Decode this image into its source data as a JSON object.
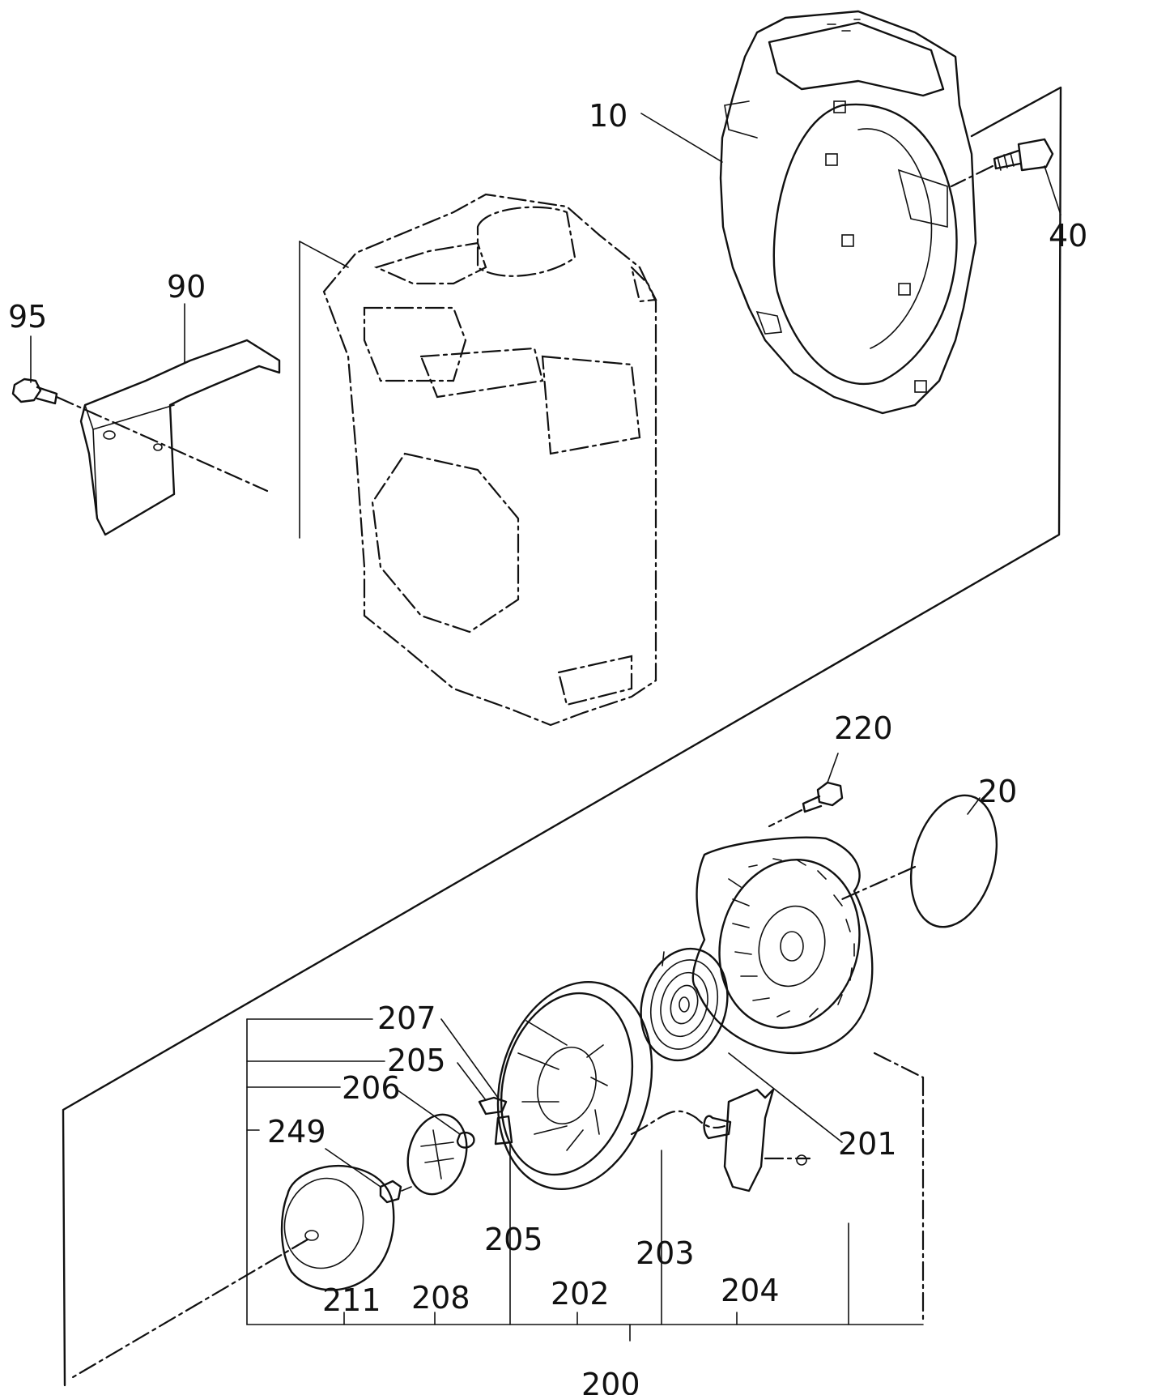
{
  "labels": {
    "p10": "10",
    "p40": "40",
    "p90": "90",
    "p95": "95",
    "p220": "220",
    "p20": "20",
    "p207": "207",
    "p205a": "205",
    "p206": "206",
    "p249": "249",
    "p201": "201",
    "p205b": "205",
    "p203": "203",
    "p211": "211",
    "p208": "208",
    "p202": "202",
    "p204": "204",
    "p200": "200"
  }
}
